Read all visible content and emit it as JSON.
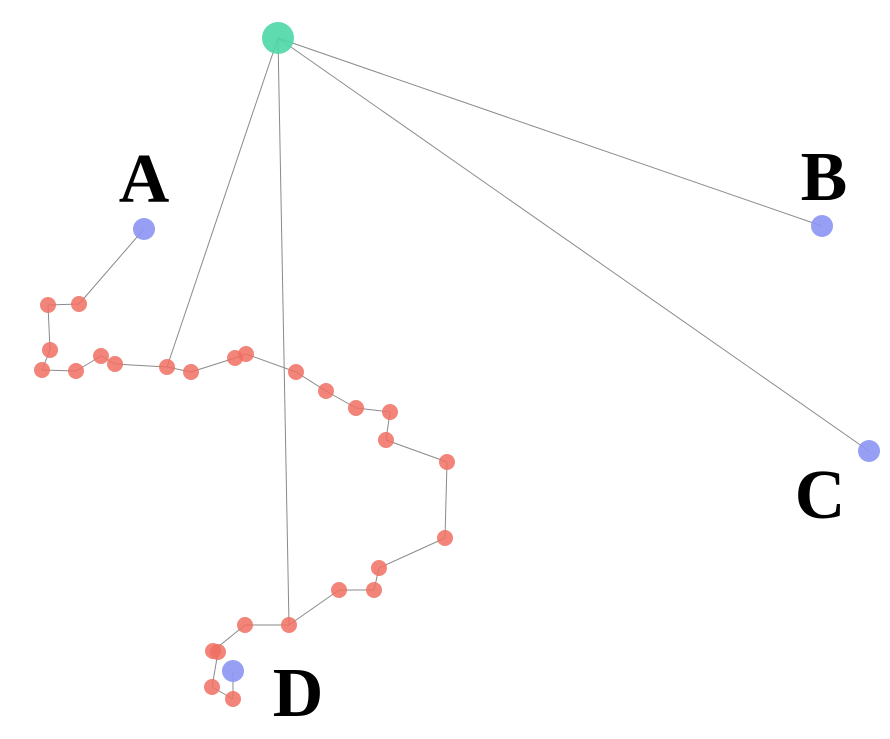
{
  "colors": {
    "hub": "#4dd7a6",
    "terminal": "#8c95f3",
    "path_node": "#f06f61",
    "edge": "#8a8a8a",
    "label": "#000000"
  },
  "labels": {
    "A": "A",
    "B": "B",
    "C": "C",
    "D": "D"
  }
}
